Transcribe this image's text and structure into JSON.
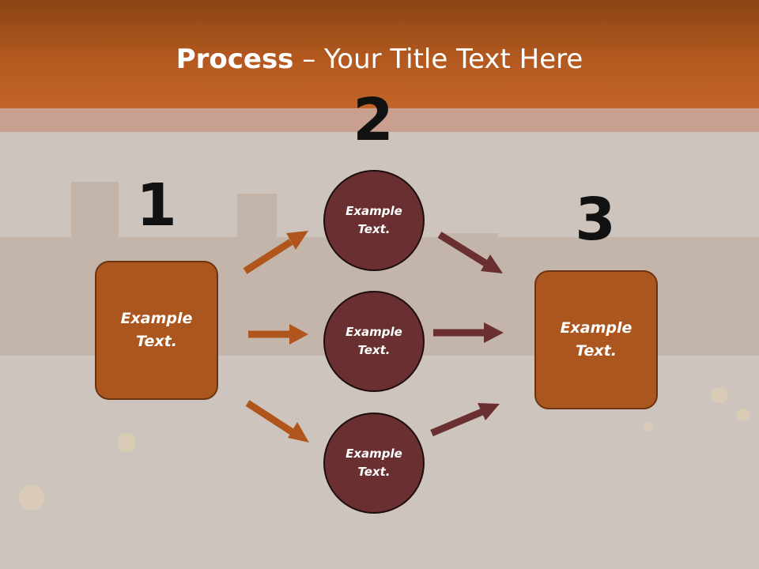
{
  "title": {
    "bold": "Process",
    "rest": " – Your Title Text Here"
  },
  "steps": [
    {
      "number": "1",
      "label": "Example\nText."
    },
    {
      "number": "2",
      "labels": [
        "Example\nText.",
        "Example\nText.",
        "Example\nText."
      ]
    },
    {
      "number": "3",
      "label": "Example\nText."
    }
  ],
  "colors": {
    "header": "#b3591f",
    "box": "#ab561e",
    "circle": "#6a2f31",
    "arrow_left": "#b0561c",
    "arrow_right": "#6a2f31"
  }
}
